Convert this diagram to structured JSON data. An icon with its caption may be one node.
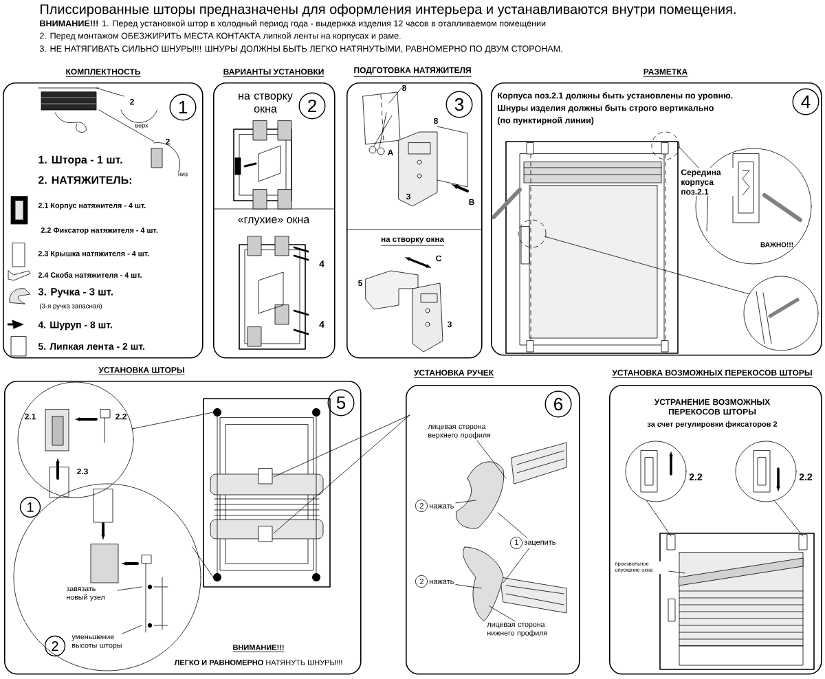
{
  "diagram": {
    "title": "Плиссированные шторы предназначены для оформления интерьера и устанавливаются внутри помещения.",
    "nodes": [
      {
        "text": [
          "КОМПЛЕКТНОСТЬ"
        ]
      },
      {
        "text": [
          "ВАРИАНТЫ УСТАНОВКИ"
        ]
      },
      {
        "text": [
          "ПОДГОТОВКА НАТЯЖИТЕЛЯ"
        ]
      },
      {
        "text": [
          "РАЗМЕТКА"
        ]
      },
      {
        "text": [
          "Середина корпуса поз.2.1"
        ],
        "in": 3
      },
      {
        "text": [
          "УСТАНОВКА ШТОРЫ"
        ]
      },
      {
        "text": [
          "завязать новый узел"
        ],
        "in": 5
      },
      {
        "text": [
          "уменьшение высоты шторы"
        ],
        "in": 5
      },
      {
        "text": [
          "УСТАНОВКА РУЧЕК"
        ]
      },
      {
        "text": [
          "лицевая сторона верхнего профиля"
        ],
        "in": 8
      },
      {
        "text": [
          "2",
          "нажать"
        ],
        "in": 8
      },
      {
        "text": [
          "1",
          "зацепить"
        ],
        "in": 8
      },
      {
        "text": [
          "2",
          "нажать"
        ],
        "in": 8
      },
      {
        "text": [
          "лицевая сторона нижнего профиля"
        ],
        "in": 8
      },
      {
        "text": [
          "УСТАНОВКА ВОЗМОЖНЫХ ПЕРЕКОСОВ ШТОРЫ"
        ]
      },
      {
        "text": [
          "произвольное опускание окна"
        ],
        "in": 14
      }
    ],
    "edges": [
      {
        "from": 4,
        "to": null,
        "arrow": "none"
      },
      {
        "from": 6,
        "to": null,
        "arrow": "none"
      },
      {
        "from": 7,
        "to": null,
        "arrow": "none"
      },
      {
        "from": 9,
        "to": null,
        "arrow": "none"
      },
      {
        "from": 10,
        "to": null,
        "arrow": "none"
      },
      {
        "from": 11,
        "to": null,
        "arrow": "none"
      },
      {
        "from": 11,
        "to": null,
        "arrow": "none"
      },
      {
        "from": 12,
        "to": null,
        "arrow": "none"
      },
      {
        "from": 13,
        "to": null,
        "arrow": "none"
      },
      {
        "from": 15,
        "to": null,
        "arrow": "none"
      }
    ],
    "labels": [
      "**ВНИМАНИЕ!!!** 1. Перед установкой штор в холодный период года - выдержка изделия 12 часов в отапливаемом помещении",
      "2. Перед монтажом ОБЕЗЖИРИТЬ МЕСТА КОНТАКТА липкой ленты на корпусах и раме.",
      "3. НЕ НАТЯГИВАТЬ СИЛЬНО ШНУРЫ!!! ШНУРЫ ДОЛЖНЫ БЫТЬ ЛЕГКО НАТЯНУТЫМИ, РАВНОМЕРНО ПО ДВУМ СТОРОНАМ.",
      "1",
      "2",
      "верх",
      "2",
      "низ",
      "1. Штора - 1 шт.",
      "2. НАТЯЖИТЕЛЬ:",
      "2.1 Корпус натяжителя - 4 шт.",
      "2.2 Фиксатор натяжителя - 4 шт.",
      "2.3 Крышка натяжителя - 4 шт.",
      "2.4 Скоба натяжителя - 4 шт.",
      "3. Ручка - 3 шт.",
      "(3-я ручка запасная)",
      "4. Шуруп - 8 шт.",
      "5. Липкая лента - 2 шт.",
      "на створку окна",
      "2",
      "«глухие» окна",
      "4",
      "4",
      "3",
      "8",
      "А",
      "8",
      "3",
      "В",
      "на створку окна",
      "С",
      "5",
      "3",
      "Корпуса поз.2.1 должны быть установлены по уровню.",
      "Шнуры изделия должны быть строго вертикально",
      "(по пунктирной линии)",
      "4",
      "ВАЖНО!!!",
      "5",
      "2.1",
      "2.2",
      "2.3",
      "1",
      "2",
      "ВНИМАНИЕ!!!",
      "**ЛЕГКО И РАВНОМЕРНО** НАТЯНУТЬ ШНУРЫ!!!",
      "6",
      "УСТРАНЕНИЕ ВОЗМОЖНЫХ ПЕРЕКОСОВ ШТОРЫ",
      "за счет регулировки фиксаторов 2",
      "2.2",
      "2.2"
    ]
  }
}
